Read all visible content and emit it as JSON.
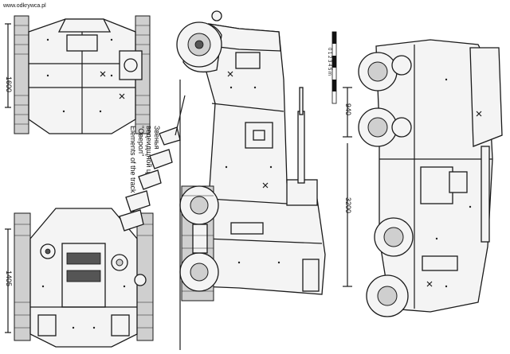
{
  "watermark": "www.odkrywca.pl",
  "dimensions": {
    "front_width": "1600",
    "rear_width": "1405",
    "wheel_spacing": "940",
    "overall_length": "3200",
    "scale_label": "0 1 2 3 4 5 m"
  },
  "caption": {
    "line1": "Звенья",
    "line2": "ведеидщной цепи",
    "line3": "\"Оверол\"",
    "line4": "Elements of the track \"Overall\""
  }
}
